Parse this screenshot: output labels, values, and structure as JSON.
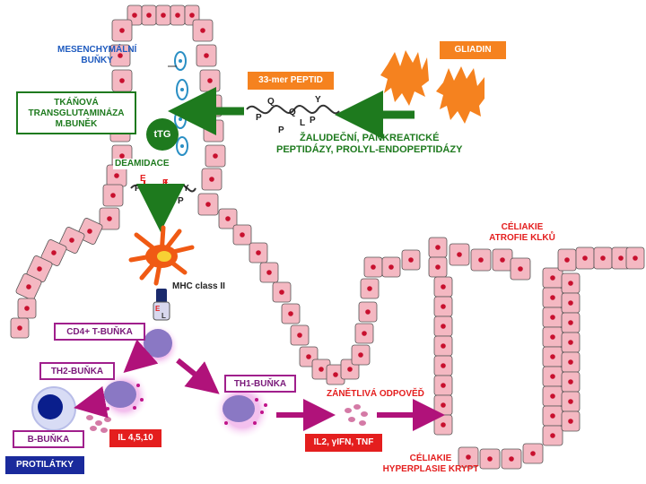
{
  "labels": {
    "mesenchymal": "MESENCHYMÁLNÍ\nBUŇKY",
    "tissue_tg": "TKÁŇOVÁ\nTRANSGLUTAMINÁZA\nM.BUNĚK",
    "ttg": "tTG",
    "deamidation": "DEAMIDACE",
    "gliadin": "GLIADIN",
    "peptide_33mer": "33-mer PEPTID",
    "peptidases": "ŽALUDEČNÍ, PANKREATICKÉ\nPEPTIDÁZY, PROLYL-ENDOPEPTIDÁZY",
    "mhc": "MHC class II",
    "cd4": "CD4+ T-BUŇKA",
    "th2": "TH2-BUŇKA",
    "th1": "TH1-BUŇKA",
    "bcell": "B-BUŇKA",
    "antibodies": "PROTILÁTKY",
    "il_th2": "IL 4,5,10",
    "il_th1": "IL2, γIFN, TNF",
    "inflammation": "ZÁNĚTLIVÁ ODPOVĚĎ",
    "atrophy": "CÉLIAKIE\nATROFIE KLKŮ",
    "hyperplasia": "CÉLIAKIE\nHYPERPLASIE KRYPT"
  },
  "peptide_native": [
    "P",
    "Q",
    "P",
    "Q",
    "L",
    "P",
    "Y"
  ],
  "peptide_deamidated": [
    "P",
    "E",
    "P",
    "E",
    "L",
    "P",
    "Y"
  ],
  "colors": {
    "cell_fill": "#f4b8c2",
    "nucleus": "#c8102e",
    "green_arrow": "#1e7a1e",
    "magenta_arrow": "#b0127a",
    "orange": "#f5821f",
    "blue_text": "#1f5bbf",
    "red_box": "#e41e1e",
    "navy_box": "#1a2a9c",
    "purple_border": "#a01f8c",
    "t_cell": "#8a78c4",
    "dendritic": "#f05a14"
  }
}
